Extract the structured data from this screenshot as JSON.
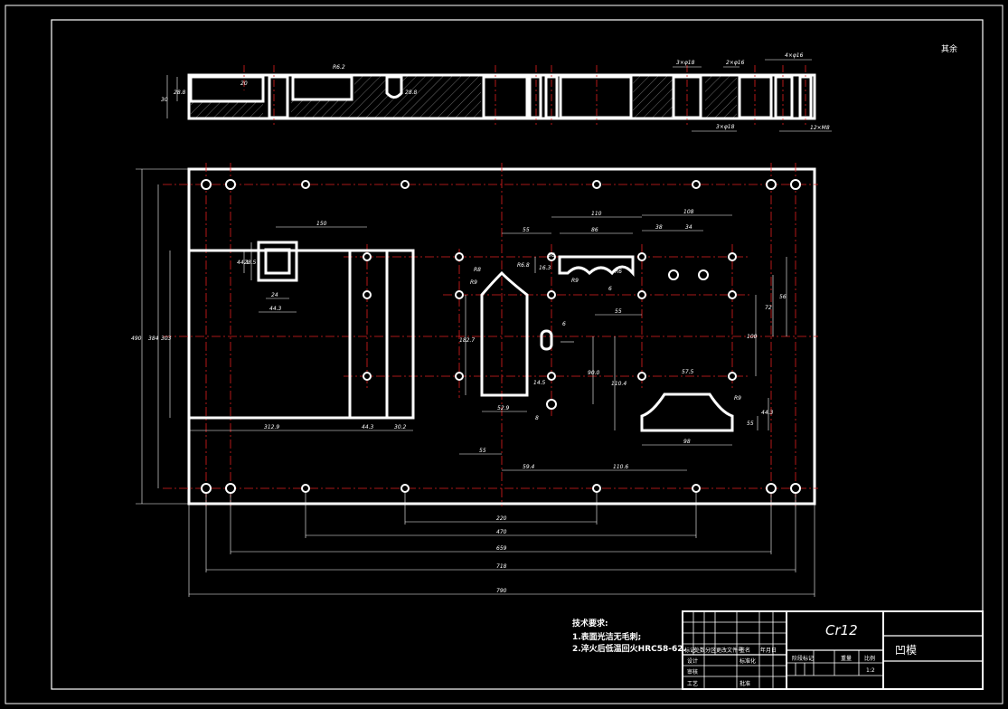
{
  "drawing": {
    "corner_mark": "其余",
    "material": "Cr12",
    "part_name": "凹模",
    "scale": "1:2",
    "notes": {
      "heading": "技术要求:",
      "items": [
        "1.表面光洁无毛刺;",
        "2.淬火后低温回火HRC58-62."
      ]
    },
    "title_block_labels": {
      "mark": "标记",
      "qty": "处数",
      "zone": "分区",
      "doc_no": "更改文件号",
      "sign": "签名",
      "date": "年月日",
      "design": "设计",
      "standard": "标准化",
      "stage": "阶段标记",
      "weight": "重量",
      "ratio": "比例",
      "review": "审核",
      "process": "工艺",
      "approve": "批准"
    },
    "top_view_dims": {
      "d1": "R6.2",
      "d2": "20",
      "d3": "30",
      "d4": "28.8",
      "d5": "28.8",
      "d6": "3×φ18",
      "d7": "2×φ16",
      "d8": "4×φ16",
      "d9": "3×φ18",
      "d10": "12×M8"
    },
    "main_dims": {
      "w790": "790",
      "w718": "718",
      "w659": "659",
      "w470": "470",
      "w220": "220",
      "h490": "490",
      "h384": "384",
      "h303": "303",
      "a150": "150",
      "a44": "44.1",
      "a28": "28.5",
      "a24": "24",
      "a443": "44.3",
      "a3129": "312.9",
      "a443b": "44.3",
      "a302": "30.2",
      "b55": "55",
      "b110": "110",
      "b86": "86",
      "b55b": "55",
      "b36": "36",
      "b163": "16.3",
      "bR9": "R9",
      "bR6": "R6",
      "b6": "6",
      "bR68": "R6.8",
      "c108": "108",
      "c38": "38",
      "c34": "34",
      "c56": "56",
      "c72": "72",
      "c100": "100",
      "c575": "57.5",
      "cR9": "R9",
      "c55": "55",
      "c443": "44.3",
      "c98": "98",
      "eR8": "R8",
      "eR9": "R9",
      "e1827": "182.7",
      "e529": "52.9",
      "e55": "55",
      "f6": "6",
      "f900": "90.0",
      "f1104": "110.4",
      "f145": "14.5",
      "f8": "8",
      "g594": "59.4",
      "g1106": "110.6"
    }
  }
}
